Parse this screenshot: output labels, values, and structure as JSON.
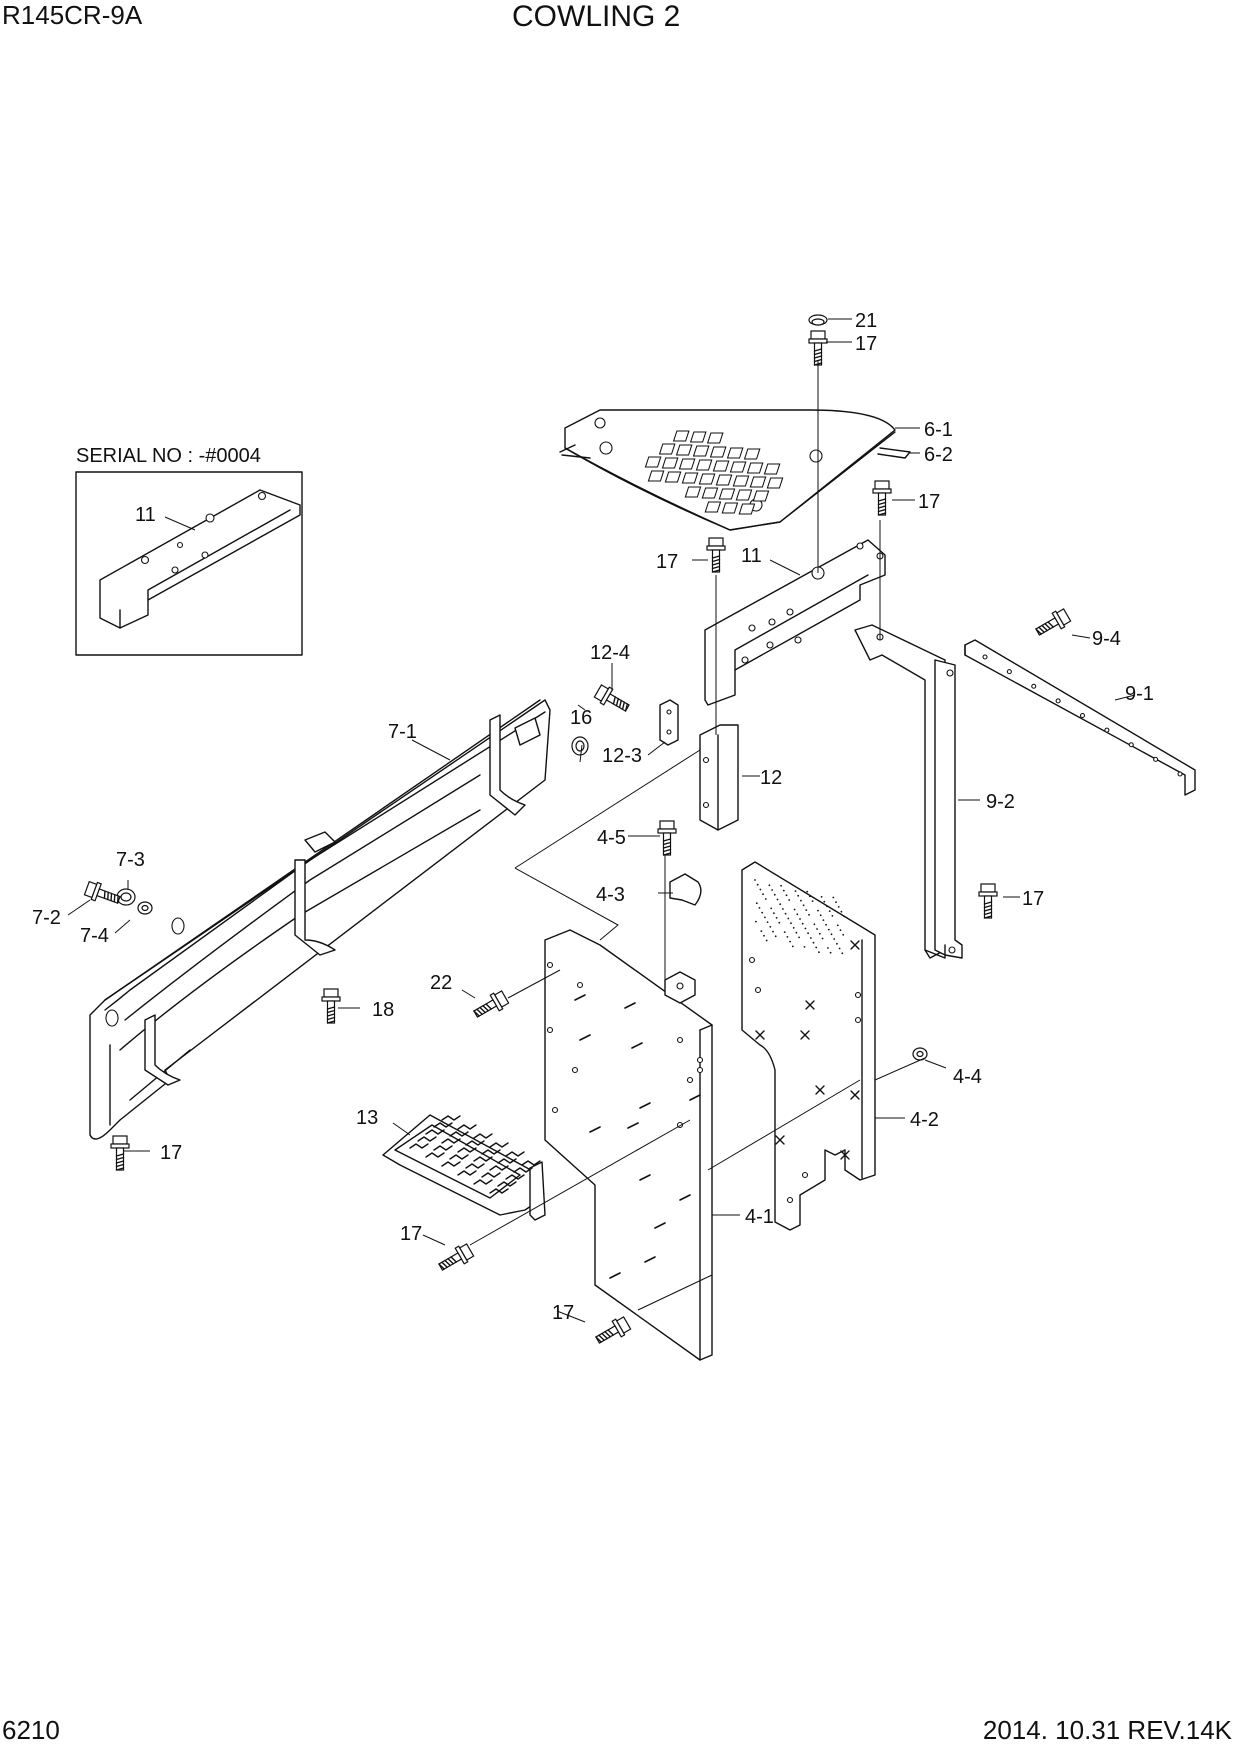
{
  "header": {
    "model": "R145CR-9A",
    "title": "COWLING 2"
  },
  "footer": {
    "page_number": "6210",
    "revision": "2014. 10.31  REV.14K"
  },
  "inset": {
    "caption": "SERIAL NO : -#0004"
  },
  "callouts": {
    "p21": "21",
    "p17_top": "17",
    "p6_1": "6-1",
    "p6_2": "6-2",
    "p17_right_upper": "17",
    "p11_inset": "11",
    "p17_mid": "17",
    "p11": "11",
    "p9_4": "9-4",
    "p9_1": "9-1",
    "p12_4": "12-4",
    "p16": "16",
    "p7_1": "7-1",
    "p12_3": "12-3",
    "p12": "12",
    "p9_2": "9-2",
    "p4_5": "4-5",
    "p7_3": "7-3",
    "p4_3": "4-3",
    "p17_right_lower": "17",
    "p7_2": "7-2",
    "p7_4": "7-4",
    "p22": "22",
    "p18": "18",
    "p4_4": "4-4",
    "p13": "13",
    "p4_2": "4-2",
    "p17_left": "17",
    "p4_1": "4-1",
    "p17_step": "17",
    "p17_bottom": "17"
  }
}
